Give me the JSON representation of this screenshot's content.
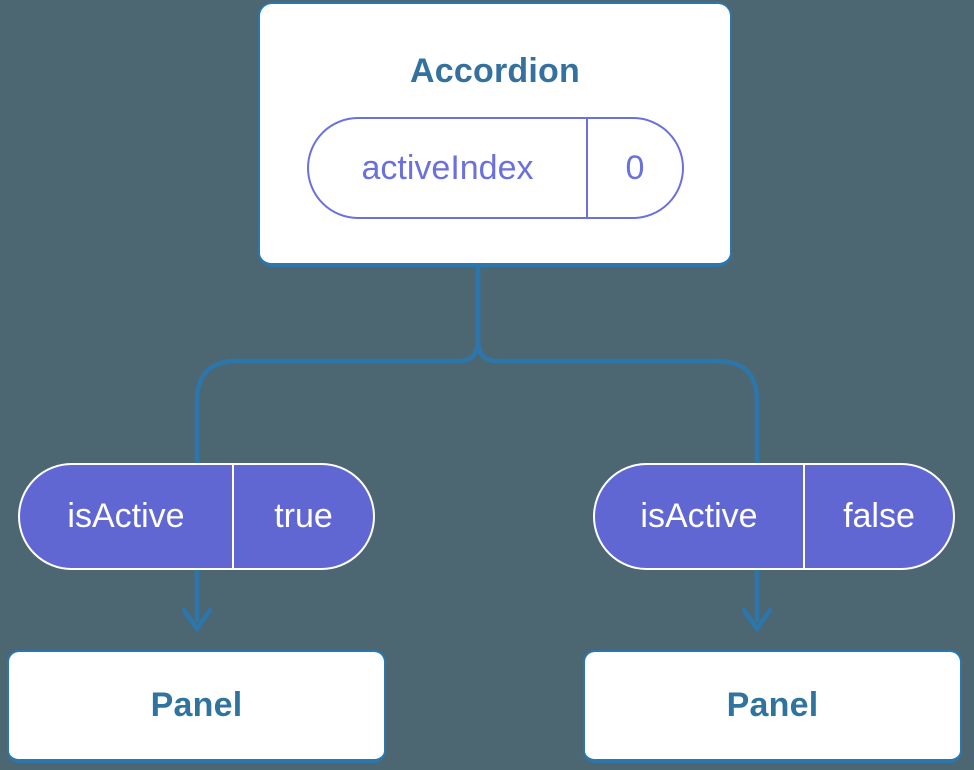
{
  "diagram": {
    "type": "component-tree",
    "colors": {
      "background": "#4d6772",
      "connector_blue": "#2d76ab",
      "card_fill": "#ffffff",
      "card_border_blue": "#2d76ab",
      "title_text_blue": "#34719e",
      "panel_text_blue": "#2f739f",
      "pill_fill_purple": "#6067d3",
      "pill_outline_purple": "#6a70dc",
      "pill_text_white": "#ffffff"
    },
    "root": {
      "title": "Accordion",
      "state": {
        "name": "activeIndex",
        "value": "0"
      }
    },
    "children": [
      {
        "title": "Panel",
        "prop": {
          "name": "isActive",
          "value": "true"
        }
      },
      {
        "title": "Panel",
        "prop": {
          "name": "isActive",
          "value": "false"
        }
      }
    ]
  }
}
